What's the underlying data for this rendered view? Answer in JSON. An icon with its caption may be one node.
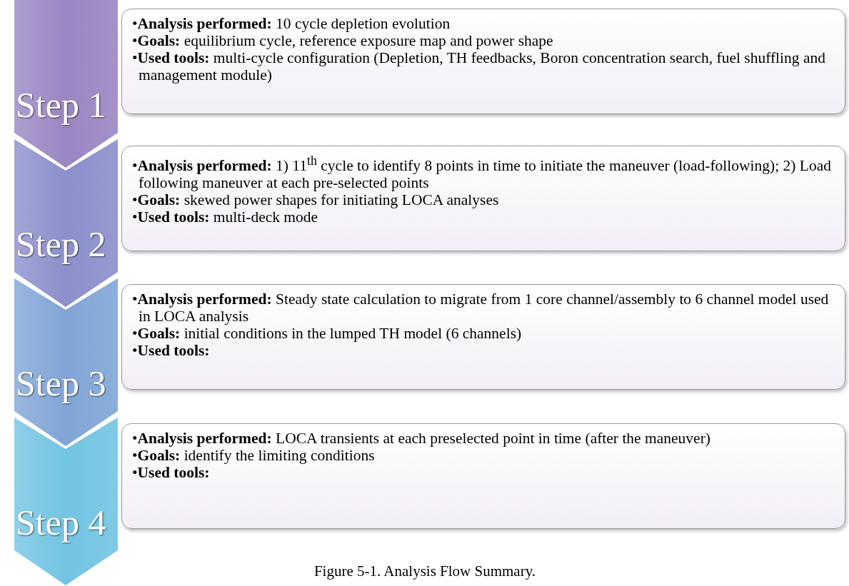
{
  "diagram": {
    "caption": "Figure 5-1.  Analysis Flow Summary.",
    "nodes": [
      {
        "text": [
          "Step 1"
        ]
      },
      {
        "text": [
          "•**Analysis performed:** 10 cycle depletion evolution",
          "•**Goals:** equilibrium cycle, reference exposure map and power shape",
          "•**Used tools:** multi-cycle configuration (Depletion, TH feedbacks, Boron concentration search, fuel shuffling and management module)"
        ]
      },
      {
        "text": [
          "Step 2"
        ]
      },
      {
        "text": [
          "•**Analysis performed:** 1) 11$^{th}$ cycle to identify 8 points in time to initiate the maneuver (load-following); 2) Load following maneuver at each pre-selected points",
          "•**Goals:** skewed power shapes for initiating LOCA analyses",
          "•**Used tools:** multi-deck mode"
        ]
      },
      {
        "text": [
          "Step 3"
        ]
      },
      {
        "text": [
          "•**Analysis performed:** Steady state calculation to migrate from 1 core channel/assembly to 6 channel model used in LOCA analysis",
          "•**Goals:** initial conditions in the lumped TH model (6 channels)",
          "•**Used tools:**"
        ]
      },
      {
        "text": [
          "Step 4"
        ]
      },
      {
        "text": [
          "•**Analysis performed:** LOCA transients at each preselected point in time (after the maneuver)",
          "•**Goals:** identify the limiting conditions",
          "•**Used tools:**"
        ]
      }
    ],
    "edges": []
  }
}
